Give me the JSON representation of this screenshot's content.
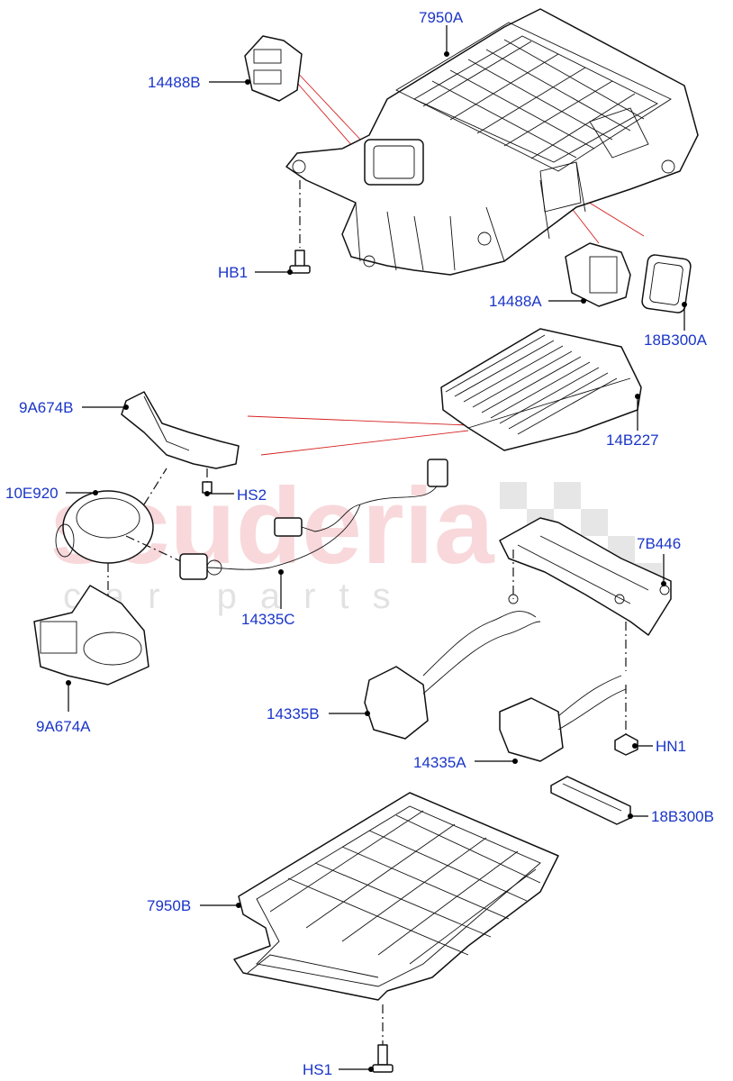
{
  "watermark": {
    "main": "scuderia",
    "sub": "car parts"
  },
  "labels": {
    "p7950A": "7950A",
    "p14488B": "14488B",
    "pHB1": "HB1",
    "p14488A": "14488A",
    "p18B300A": "18B300A",
    "p9A674B": "9A674B",
    "p14B227": "14B227",
    "p10E920": "10E920",
    "pHS2": "HS2",
    "p7B446": "7B446",
    "p14335C": "14335C",
    "p9A674A": "9A674A",
    "p14335B": "14335B",
    "pHN1": "HN1",
    "p14335A": "14335A",
    "p18B300B": "18B300B",
    "p7950B": "7950B",
    "pHS1": "HS1"
  },
  "colors": {
    "label": "#1a35c9",
    "leader": "#000000",
    "guide": "#d62020",
    "watermark": "#f3b9bf"
  }
}
